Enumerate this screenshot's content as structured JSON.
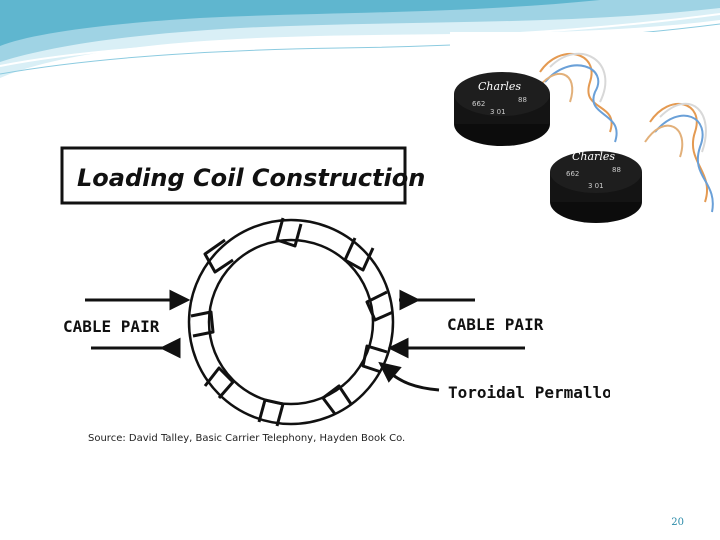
{
  "diagram": {
    "title": "Loading Coil Construction",
    "left_label": "CABLE PAIR",
    "right_label": "CABLE PAIR",
    "core_label": "Toroidal Permalloy Core"
  },
  "photo": {
    "coil_1": {
      "brand": "Charles",
      "code_a": "662",
      "code_b": "88",
      "code_c": "3 01"
    },
    "coil_2": {
      "brand": "Charles",
      "code_a": "662",
      "code_b": "88",
      "code_c": "3 01"
    }
  },
  "source": "Source: David Talley, Basic Carrier Telephony, Hayden Book Co.",
  "page_number": "20",
  "colors": {
    "accent": "#2a8aa8",
    "wave_light": "#cfeaf3",
    "wave_dark": "#5fb6cf",
    "ink": "#111111",
    "coil_body": "#141414"
  }
}
